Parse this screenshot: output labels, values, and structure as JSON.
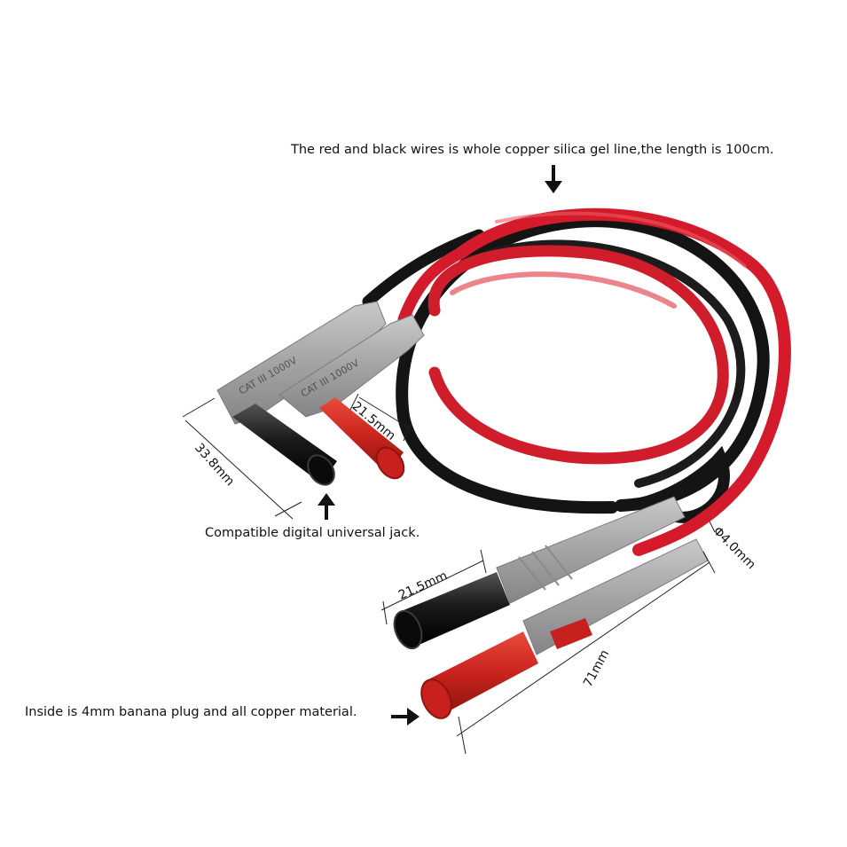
{
  "captions": {
    "wire_note": "The red and black wires is whole copper silica gel line,the length is 100cm.",
    "jack_note": "Compatible digital universal jack.",
    "plug_note": "Inside is 4mm banana plug and all copper material."
  },
  "dimensions": {
    "angled_plug_width": "33.8mm",
    "angled_tip_length": "21.5mm",
    "straight_tip_length": "21.5mm",
    "wire_diameter": "Φ4.0mm",
    "straight_plug_length": "71mm"
  },
  "connector_markings": {
    "black_angled": "CAT III 1000V",
    "red_angled": "CAT III 1000V"
  },
  "colors": {
    "red_wire": "#d31b2c",
    "black_wire": "#141414",
    "grey_housing": "#a9a9ab",
    "red_tip": "#c8201f",
    "black_tip": "#151515"
  },
  "icons": {
    "arrow_down": "arrow-down-icon",
    "arrow_up": "arrow-up-icon",
    "arrow_right": "arrow-right-icon"
  }
}
